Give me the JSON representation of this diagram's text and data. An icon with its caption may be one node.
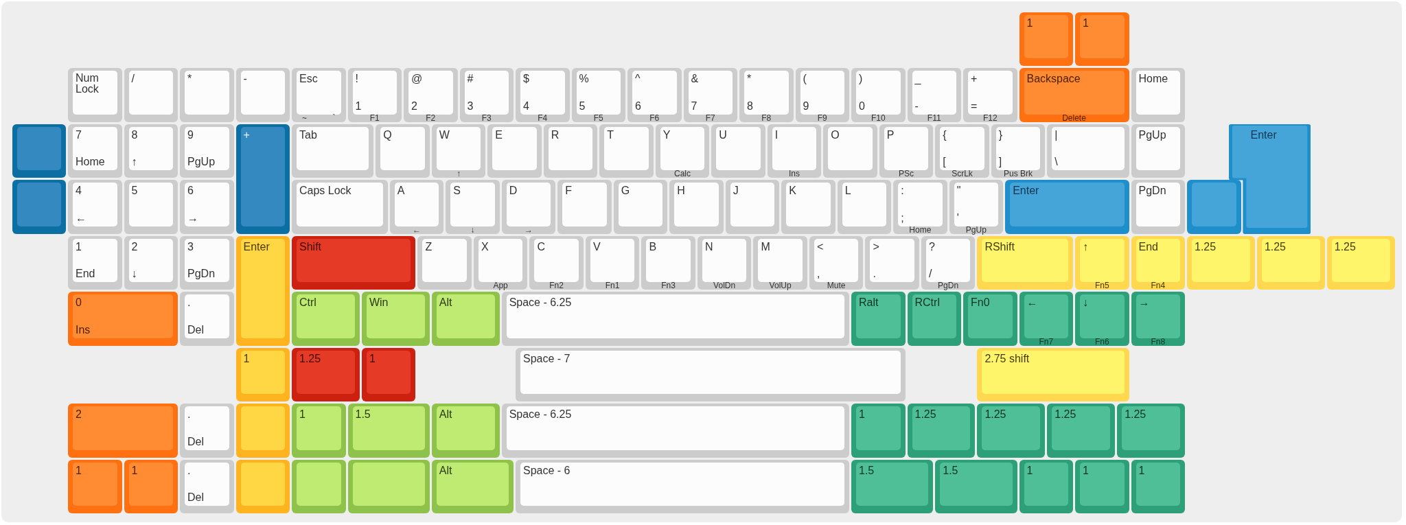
{
  "diagram": {
    "nodes": [
      {
        "text": [
          "1"
        ]
      },
      {
        "text": [
          "1"
        ]
      },
      {
        "text": [
          "Num Lock"
        ]
      },
      {
        "text": [
          "/"
        ]
      },
      {
        "text": [
          "*"
        ]
      },
      {
        "text": [
          "-"
        ]
      },
      {
        "text": [
          "Esc",
          "~",
          "`"
        ]
      },
      {
        "text": [
          "!",
          "1",
          "F1"
        ]
      },
      {
        "text": [
          "@",
          "2",
          "F2"
        ]
      },
      {
        "text": [
          "#",
          "3",
          "F3"
        ]
      },
      {
        "text": [
          "$",
          "4",
          "F4"
        ]
      },
      {
        "text": [
          "%",
          "5",
          "F5"
        ]
      },
      {
        "text": [
          "^",
          "6",
          "F6"
        ]
      },
      {
        "text": [
          "&",
          "7",
          "F7"
        ]
      },
      {
        "text": [
          "*",
          "8",
          "F8"
        ]
      },
      {
        "text": [
          "(",
          "9",
          "F9"
        ]
      },
      {
        "text": [
          ")",
          "0",
          "F10"
        ]
      },
      {
        "text": [
          "_",
          "-",
          "F11"
        ]
      },
      {
        "text": [
          "+",
          "=",
          "F12"
        ]
      },
      {
        "text": [
          "Backspace",
          "Delete"
        ]
      },
      {
        "text": [
          "Home"
        ]
      },
      {
        "text": [],
        "shape": "box"
      },
      {
        "text": [
          "7",
          "Home"
        ]
      },
      {
        "text": [
          "8",
          "↑"
        ]
      },
      {
        "text": [
          "9",
          "PgUp"
        ]
      },
      {
        "text": [
          "+"
        ]
      },
      {
        "text": [
          "Tab"
        ]
      },
      {
        "text": [
          "Q"
        ]
      },
      {
        "text": [
          "W",
          "↑"
        ]
      },
      {
        "text": [
          "E"
        ]
      },
      {
        "text": [
          "R"
        ]
      },
      {
        "text": [
          "T"
        ]
      },
      {
        "text": [
          "Y",
          "Calc"
        ]
      },
      {
        "text": [
          "U"
        ]
      },
      {
        "text": [
          "I",
          "Ins"
        ]
      },
      {
        "text": [
          "O"
        ]
      },
      {
        "text": [
          "P",
          "PSc"
        ]
      },
      {
        "text": [
          "{",
          "[",
          "ScrLk"
        ]
      },
      {
        "text": [
          "}",
          "]",
          "Pus Brk"
        ]
      },
      {
        "text": [
          "|",
          "\\"
        ]
      },
      {
        "text": [
          "PgUp"
        ]
      },
      {
        "text": [
          "Enter"
        ]
      },
      {
        "text": [],
        "shape": "box"
      },
      {
        "text": [
          "4",
          "←"
        ]
      },
      {
        "text": [
          "5"
        ]
      },
      {
        "text": [
          "6",
          "→"
        ]
      },
      {
        "text": [
          "Caps Lock"
        ]
      },
      {
        "text": [
          "A",
          "←"
        ]
      },
      {
        "text": [
          "S",
          "↓"
        ]
      },
      {
        "text": [
          "D",
          "→"
        ]
      },
      {
        "text": [
          "F"
        ]
      },
      {
        "text": [
          "G"
        ]
      },
      {
        "text": [
          "H"
        ]
      },
      {
        "text": [
          "J"
        ]
      },
      {
        "text": [
          "K"
        ]
      },
      {
        "text": [
          "L"
        ]
      },
      {
        "text": [
          ":",
          ";",
          "Home"
        ]
      },
      {
        "text": [
          "\"",
          "'",
          "PgUp"
        ]
      },
      {
        "text": [
          "Enter"
        ]
      },
      {
        "text": [
          "PgDn"
        ]
      },
      {
        "text": [],
        "shape": "box"
      },
      {
        "text": [
          "1",
          "End"
        ]
      },
      {
        "text": [
          "2",
          "↓"
        ]
      },
      {
        "text": [
          "3",
          "PgDn"
        ]
      },
      {
        "text": [
          "Enter"
        ]
      },
      {
        "text": [
          "Shift"
        ]
      },
      {
        "text": [
          "Z"
        ]
      },
      {
        "text": [
          "X",
          "App"
        ]
      },
      {
        "text": [
          "C",
          "Fn2"
        ]
      },
      {
        "text": [
          "V",
          "Fn1"
        ]
      },
      {
        "text": [
          "B",
          "Fn3"
        ]
      },
      {
        "text": [
          "N",
          "VolDn"
        ]
      },
      {
        "text": [
          "M",
          "VolUp"
        ]
      },
      {
        "text": [
          "<",
          ",",
          "Mute"
        ]
      },
      {
        "text": [
          ">",
          "."
        ]
      },
      {
        "text": [
          "?",
          "/",
          "PgDn"
        ]
      },
      {
        "text": [
          "RShift"
        ]
      },
      {
        "text": [
          "↑",
          "Fn5"
        ]
      },
      {
        "text": [
          "End",
          "Fn4"
        ]
      },
      {
        "text": [
          "1.25"
        ]
      },
      {
        "text": [
          "1.25"
        ]
      },
      {
        "text": [
          "1.25"
        ]
      },
      {
        "text": [
          "0",
          "Ins"
        ]
      },
      {
        "text": [
          ".",
          "Del"
        ]
      },
      {
        "text": [
          "Ctrl"
        ]
      },
      {
        "text": [
          "Win"
        ]
      },
      {
        "text": [
          "Alt"
        ]
      },
      {
        "text": [
          "Space - 6.25"
        ]
      },
      {
        "text": [
          "Ralt"
        ]
      },
      {
        "text": [
          "RCtrl"
        ]
      },
      {
        "text": [
          "Fn0"
        ]
      },
      {
        "text": [
          "←",
          "Fn7"
        ]
      },
      {
        "text": [
          "↓",
          "Fn6"
        ]
      },
      {
        "text": [
          "→",
          "Fn8"
        ]
      },
      {
        "text": [
          "1"
        ]
      },
      {
        "text": [
          "1.25"
        ]
      },
      {
        "text": [
          "1"
        ]
      },
      {
        "text": [
          "Space - 7"
        ]
      },
      {
        "text": [
          "2.75 shift"
        ]
      },
      {
        "text": [
          "2"
        ]
      },
      {
        "text": [
          ".",
          "Del"
        ]
      },
      {
        "text": [],
        "shape": "box"
      },
      {
        "text": [
          "1"
        ]
      },
      {
        "text": [
          "1.5"
        ]
      },
      {
        "text": [
          "Alt"
        ]
      },
      {
        "text": [
          "Space - 6.25"
        ]
      },
      {
        "text": [
          "1"
        ]
      },
      {
        "text": [
          "1.25"
        ]
      },
      {
        "text": [
          "1.25"
        ]
      },
      {
        "text": [
          "1.25"
        ]
      },
      {
        "text": [
          "1.25"
        ]
      },
      {
        "text": [
          "1"
        ]
      },
      {
        "text": [
          "1"
        ]
      },
      {
        "text": [
          ".",
          "Del"
        ]
      },
      {
        "text": [],
        "shape": "box"
      },
      {
        "text": [],
        "shape": "box"
      },
      {
        "text": [],
        "shape": "box"
      },
      {
        "text": [
          "Alt"
        ]
      },
      {
        "text": [
          "Space - 6"
        ]
      },
      {
        "text": [
          "1.5"
        ]
      },
      {
        "text": [
          "1.5"
        ]
      },
      {
        "text": [
          "1"
        ]
      },
      {
        "text": [
          "1"
        ]
      },
      {
        "text": [
          "1"
        ]
      }
    ]
  }
}
